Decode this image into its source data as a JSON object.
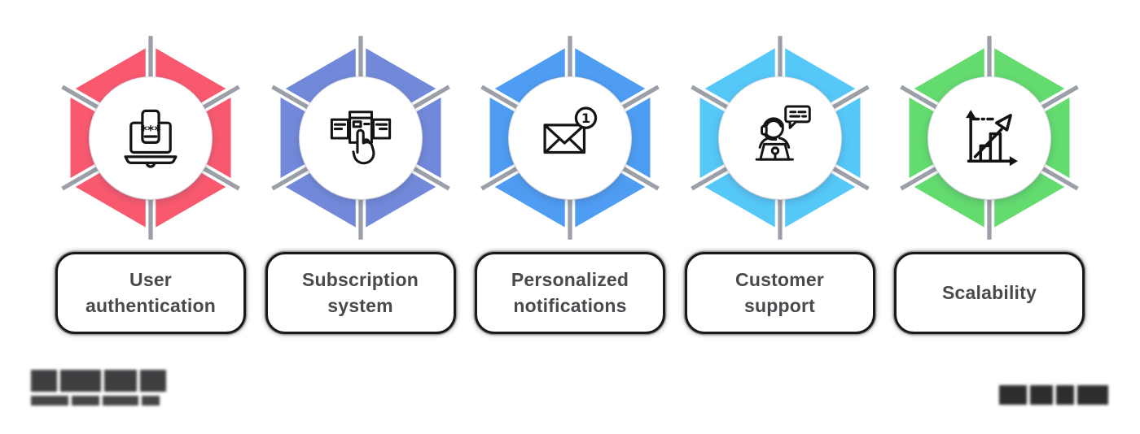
{
  "page": {
    "background": "#ffffff"
  },
  "features": [
    {
      "label": "User authentication",
      "hex_color": "#F9596F",
      "icon": "laptop-password-icon"
    },
    {
      "label": "Subscription system",
      "hex_color": "#7289DA",
      "icon": "payment-click-icon"
    },
    {
      "label": "Personalized notifications",
      "hex_color": "#4E9DF3",
      "icon": "mail-notification-icon"
    },
    {
      "label": "Customer support",
      "hex_color": "#55C8F8",
      "icon": "support-agent-icon"
    },
    {
      "label": "Scalability",
      "hex_color": "#63DB6F",
      "icon": "growth-chart-icon"
    }
  ],
  "mail_badge": "1",
  "colors": {
    "spoke": "#9BA0A8",
    "icon_stroke": "#141414",
    "label_text": "#4A4A4E",
    "card_border": "#191919"
  }
}
